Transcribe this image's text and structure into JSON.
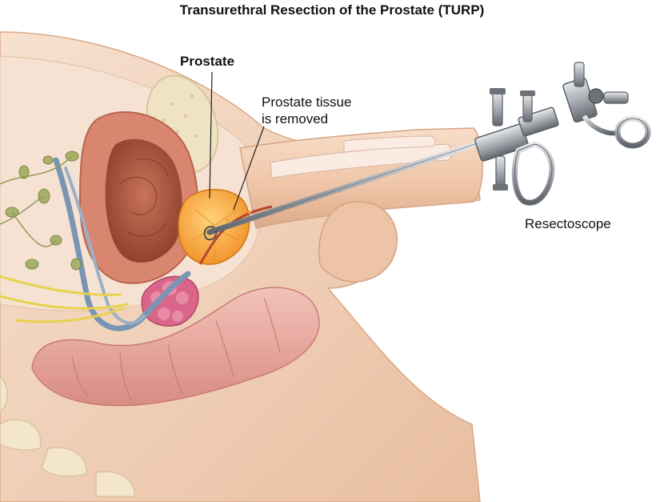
{
  "title": "Transurethral Resection of the Prostate (TURP)",
  "labels": {
    "prostate": "Prostate",
    "tissue_line1": "Prostate tissue",
    "tissue_line2": "is removed",
    "resectoscope": "Resectoscope"
  },
  "colors": {
    "background": "#ffffff",
    "skin": "#f2d3bd",
    "skin_dark": "#e2b596",
    "tissue_pale": "#f6e2d2",
    "bladder_wall": "#d98670",
    "bladder_inner": "#a9553e",
    "prostate": "#f7a43a",
    "bowel": "#e9a9a0",
    "vein": "#7a95b3",
    "seminal_vesicle": "#d9668a",
    "nerve": "#e7d24e",
    "lymph_node": "#a8b06a",
    "instrument": "#9ea3a8",
    "instrument_dark": "#5b6066",
    "text": "#111111"
  }
}
